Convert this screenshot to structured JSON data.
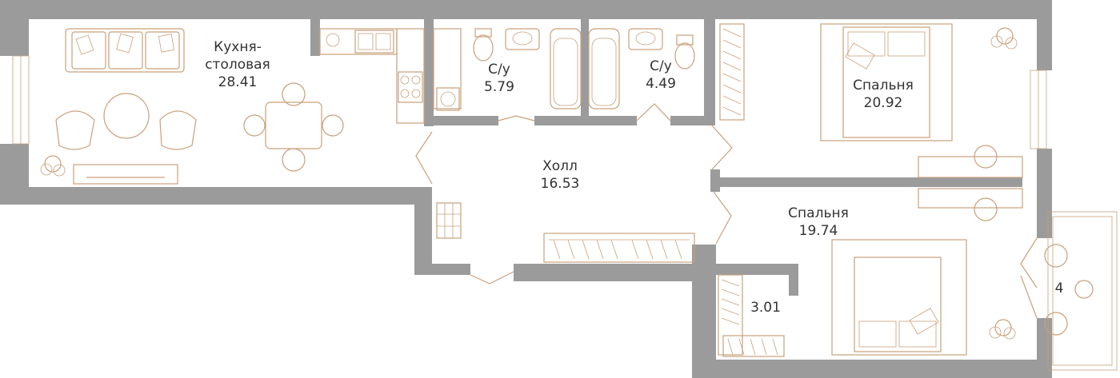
{
  "rooms": {
    "kitchen": {
      "name": "Кухня-\nстоловая",
      "area": "28.41"
    },
    "bath1": {
      "name": "С/у",
      "area": "5.79"
    },
    "bath2": {
      "name": "С/у",
      "area": "4.49"
    },
    "bedroom1": {
      "name": "Спальня",
      "area": "20.92"
    },
    "hall": {
      "name": "Холл",
      "area": "16.53"
    },
    "bedroom2": {
      "name": "Спальня",
      "area": "19.74"
    },
    "closet": {
      "area": "3.01"
    },
    "balcony": {
      "area": "4"
    }
  },
  "colors": {
    "wall": "#9b9b9b",
    "furniture": "#c9a07a",
    "text": "#333333",
    "background": "#ffffff"
  }
}
